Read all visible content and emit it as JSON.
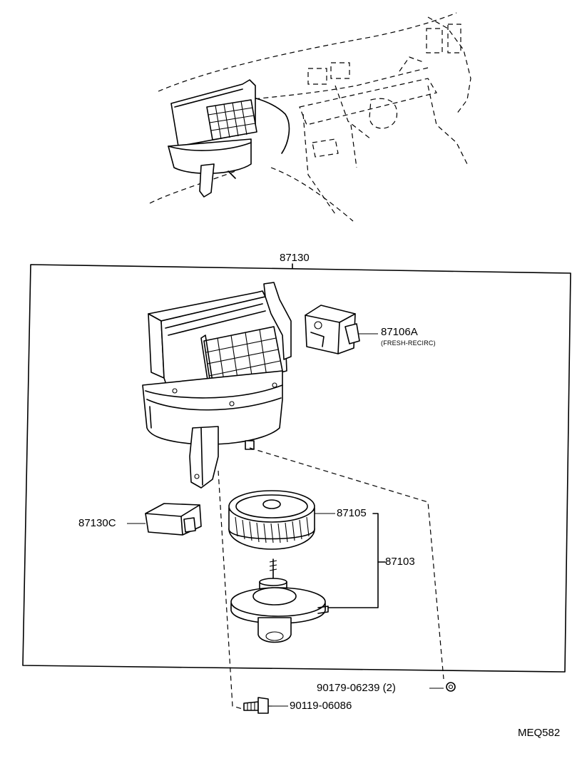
{
  "diagram": {
    "assembly_label": "87130",
    "parts": [
      {
        "number": "87106A",
        "note": "(FRESH-RECIRC)"
      },
      {
        "number": "87130C"
      },
      {
        "number": "87105"
      },
      {
        "number": "87103"
      },
      {
        "number": "90179-06239 (2)"
      },
      {
        "number": "90119-06086"
      }
    ],
    "figure_code": "MEQ582"
  }
}
